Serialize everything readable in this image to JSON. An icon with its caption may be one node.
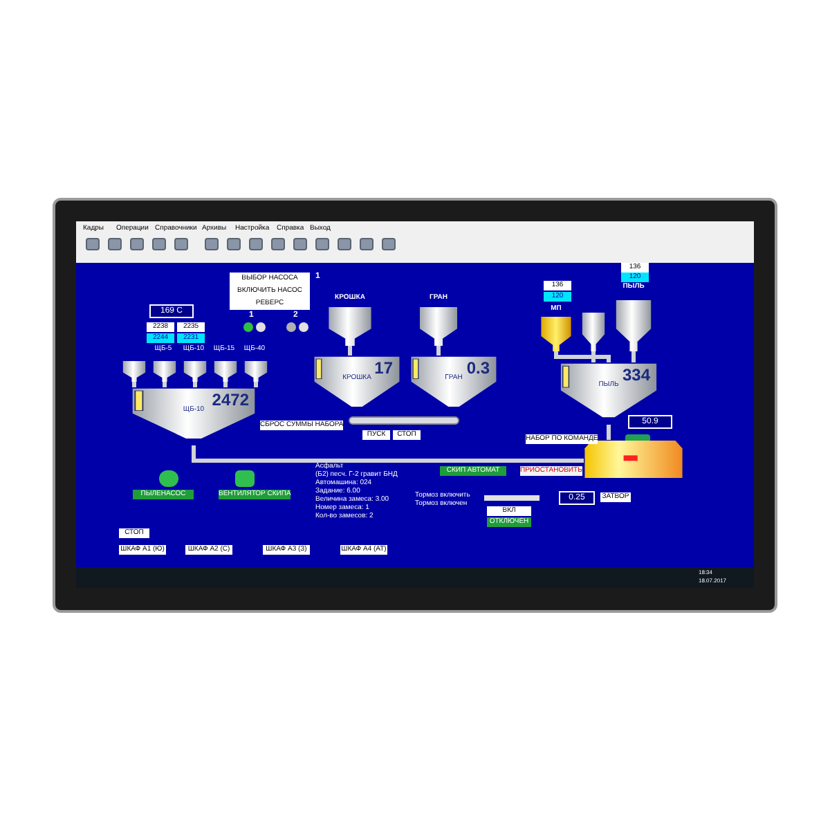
{
  "diagram": {
    "nodes": [
      {
        "text": [
          "ВЫБОР НАСОСА"
        ]
      },
      {
        "text": [
          "ВКЛЮЧИТЬ НАСОС"
        ]
      },
      {
        "text": [
          "РЕВЕРС"
        ]
      },
      {
        "text": [
          "КРОШКА"
        ]
      },
      {
        "text": [
          "17",
          "КРОШКА"
        ]
      },
      {
        "text": [
          "ГРАН"
        ]
      },
      {
        "text": [
          "0.3",
          "ГРАН"
        ]
      },
      {
        "text": [
          "МП"
        ]
      },
      {
        "text": [],
        "shape": "silo"
      },
      {
        "text": [
          "ПЫЛЬ"
        ]
      },
      {
        "text": [
          "334",
          "ПЫЛЬ"
        ]
      },
      {
        "text": [
          "2472",
          "ЩБ-10"
        ]
      },
      {
        "text": [],
        "shape": "silo"
      },
      {
        "text": [],
        "shape": "silo"
      },
      {
        "text": [],
        "shape": "silo"
      },
      {
        "text": [],
        "shape": "silo"
      },
      {
        "text": [],
        "shape": "silo"
      },
      {
        "text": [],
        "shape": "box"
      }
    ],
    "edges": [
      {
        "from": 3,
        "to": 4,
        "arrow": "none"
      },
      {
        "from": 5,
        "to": 6,
        "arrow": "none"
      },
      {
        "from": 7,
        "to": 10,
        "arrow": "none"
      },
      {
        "from": 8,
        "to": 10,
        "arrow": "none"
      },
      {
        "from": 9,
        "to": 10,
        "arrow": "none"
      },
      {
        "from": 12,
        "to": 11,
        "arrow": "none"
      },
      {
        "from": 13,
        "to": 11,
        "arrow": "none"
      },
      {
        "from": 14,
        "to": 11,
        "arrow": "none"
      },
      {
        "from": 15,
        "to": 11,
        "arrow": "none"
      },
      {
        "from": 16,
        "to": 11,
        "arrow": "none"
      },
      {
        "from": 11,
        "to": 17,
        "arrow": "none"
      },
      {
        "from": 10,
        "to": 17,
        "arrow": "none"
      }
    ],
    "labels": [
      "Кадры",
      "Операции",
      "Справочники",
      "Архивы",
      "Настройка",
      "Справка",
      "Выход",
      "1",
      "1",
      "2",
      "169 С",
      "2238",
      "2235",
      "2244",
      "2231",
      "ЩБ-5",
      "ЩБ-10",
      "ЩБ-15",
      "ЩБ-40",
      "136",
      "120",
      "136",
      "120",
      "СБРОС СУММЫ НАБОРА",
      "ПУСК",
      "СТОП",
      "НАБОР ПО КОМАНДЕ",
      "50.9",
      "ПЫЛЕНАСОС",
      "ВЕНТИЛЯТОР СКИПА",
      "Асфальт",
      "(Б2) песч. Г-2 гравит БНД",
      "Автомашина: 024",
      "Задание: 6.00",
      "Величина замеса: 3.00",
      "Номер замеса: 1",
      "Кол-во замесов: 2",
      "СКИП АВТОМАТ",
      "ПРИОСТАНОВИТЬ",
      "Тормоз включить",
      "Тормоз включен",
      "ВКЛ",
      "ОТКЛЮЧЕН",
      "0.25",
      "ЗАТВОР",
      "СТОП",
      "ШКАФ А1 (Ю)",
      "ШКАФ А2 (С)",
      "ШКАФ А3 (З)",
      "ШКАФ А4 (АТ)",
      "18:34",
      "18.07.2017"
    ]
  }
}
